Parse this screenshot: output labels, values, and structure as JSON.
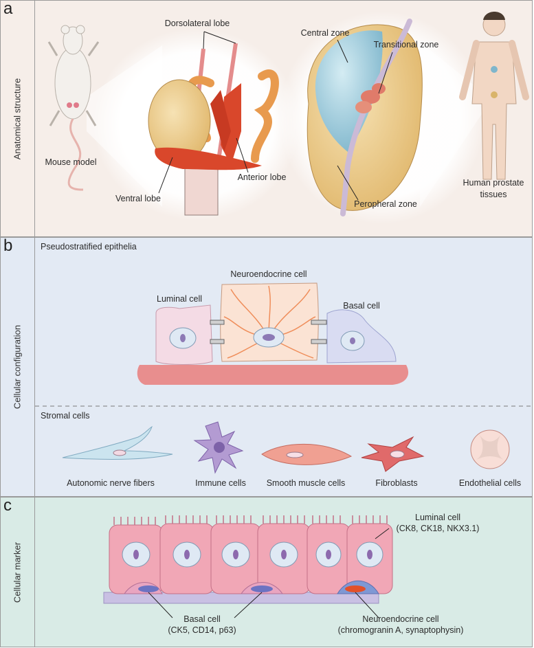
{
  "panel_a": {
    "letter": "a",
    "side_label": "Anatomical structure",
    "labels": {
      "mouse_model": "Mouse model",
      "dorsolateral_lobe": "Dorsolateral lobe",
      "ventral_lobe": "Ventral lobe",
      "anterior_lobe": "Anterior lobe",
      "central_zone": "Central zone",
      "transitional_zone": "Transitional zone",
      "peropheral_zone": "Peropheral zone",
      "human_line1": "Human prostate",
      "human_line2": "tissues"
    }
  },
  "panel_b": {
    "letter": "b",
    "side_label": "Cellular configuration",
    "epithelia_heading": "Pseudostratified epithelia",
    "stromal_heading": "Stromal cells",
    "cells": {
      "luminal": "Luminal cell",
      "neuroendocrine": "Neuroendocrine cell",
      "basal": "Basal cell"
    },
    "stromal": {
      "nerve": "Autonomic nerve fibers",
      "immune": "Immune cells",
      "smooth_muscle": "Smooth muscle cells",
      "fibroblasts": "Fibroblasts",
      "endothelial": "Endothelial cells"
    }
  },
  "panel_c": {
    "letter": "c",
    "side_label": "Cellular marker",
    "luminal_line1": "Luminal cell",
    "luminal_line2": "(CK8, CK18, NKX3.1)",
    "basal_line1": "Basal cell",
    "basal_line2": "(CK5, CD14, p63)",
    "neuro_line1": "Neuroendocrine cell",
    "neuro_line2": "(chromogranin A, synaptophysin)"
  },
  "colors": {
    "panel_a_bg": "#f6eee9",
    "panel_b_bg": "#e3eaf4",
    "panel_c_bg": "#d9ebe6",
    "lobe_red": "#d9472b",
    "lobe_orange": "#e89a4e",
    "gland_tan": "#eccb8a",
    "central_blue": "#9cc8d8",
    "cell_pink": "#f0a5b5",
    "basal_blue": "#7f86c9",
    "neuro_orange": "#e2502a"
  }
}
